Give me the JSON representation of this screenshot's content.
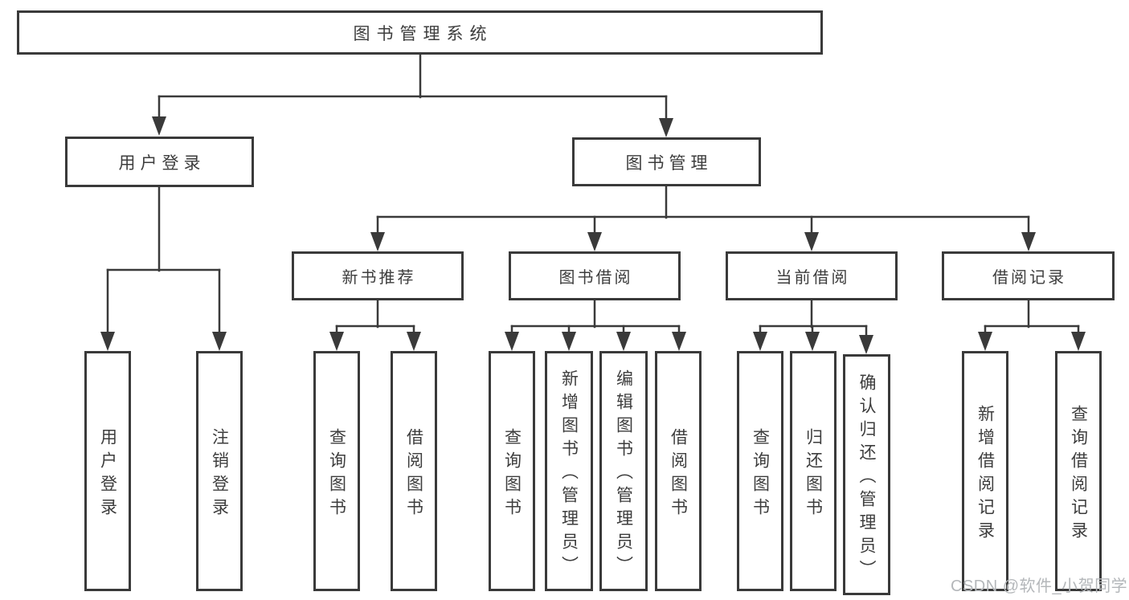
{
  "diagram_type": "hierarchy-diagram",
  "tree": {
    "root": {
      "label": "图书管理系统"
    },
    "branches": [
      {
        "label": "用户登录",
        "children": [
          {
            "label": "用户登录"
          },
          {
            "label": "注销登录"
          }
        ]
      },
      {
        "label": "图书管理",
        "children": [
          {
            "label": "新书推荐",
            "children": [
              {
                "label": "查询图书"
              },
              {
                "label": "借阅图书"
              }
            ]
          },
          {
            "label": "图书借阅",
            "children": [
              {
                "label": "查询图书"
              },
              {
                "label": "新增图书（管理员）"
              },
              {
                "label": "编辑图书（管理员）"
              },
              {
                "label": "借阅图书"
              }
            ]
          },
          {
            "label": "当前借阅",
            "children": [
              {
                "label": "查询图书"
              },
              {
                "label": "归还图书"
              },
              {
                "label": "确认归还（管理员）"
              }
            ]
          },
          {
            "label": "借阅记录",
            "children": [
              {
                "label": "新增借阅记录"
              },
              {
                "label": "查询借阅记录"
              }
            ]
          }
        ]
      }
    ]
  },
  "watermark": {
    "text": "CSDN @软件_小贺同学"
  },
  "colors": {
    "line": "#3a3a3a",
    "text": "#3d3d3d",
    "watermark": "#b4b7ba",
    "background": "#ffffff"
  }
}
